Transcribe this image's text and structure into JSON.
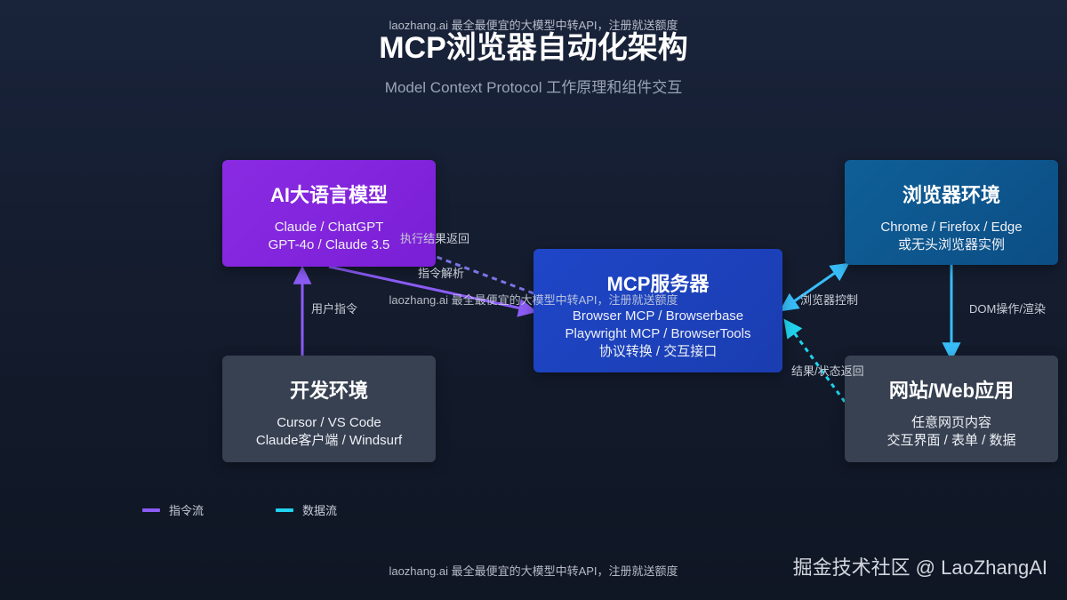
{
  "watermark_text": "laozhang.ai 最全最便宜的大模型中转API，注册就送额度",
  "header": {
    "title": "MCP浏览器自动化架构",
    "subtitle": "Model Context Protocol 工作原理和组件交互"
  },
  "nodes": {
    "llm": {
      "title": "AI大语言模型",
      "lines": [
        "Claude / ChatGPT",
        "GPT-4o / Claude 3.5"
      ]
    },
    "browser": {
      "title": "浏览器环境",
      "lines": [
        "Chrome / Firefox / Edge",
        "或无头浏览器实例"
      ]
    },
    "mcp": {
      "title": "MCP服务器",
      "lines": [
        "Browser MCP / Browserbase",
        "Playwright MCP / BrowserTools",
        "协议转换 / 交互接口"
      ]
    },
    "dev": {
      "title": "开发环境",
      "lines": [
        "Cursor / VS Code",
        "Claude客户端 / Windsurf"
      ]
    },
    "web": {
      "title": "网站/Web应用",
      "lines": [
        "任意网页内容",
        "交互界面 / 表单 / 数据"
      ]
    }
  },
  "edges": {
    "user_command": "用户指令",
    "command_parse": "指令解析",
    "exec_return": "执行结果返回",
    "browser_control": "浏览器控制",
    "dom_ops": "DOM操作/渲染",
    "status_return": "结果/状态返回"
  },
  "legend": {
    "command_flow": "指令流",
    "data_flow": "数据流"
  },
  "colors": {
    "command_flow": "#8b5cf6",
    "data_flow": "#22d3ee",
    "llm_node": "#8a2be2",
    "browser_node": "#0f5f97",
    "mcp_node": "#1f46c8",
    "gray_node": "#374151",
    "control_arrow": "#38bdf8"
  },
  "brand": "掘金技术社区 @ LaoZhangAI"
}
